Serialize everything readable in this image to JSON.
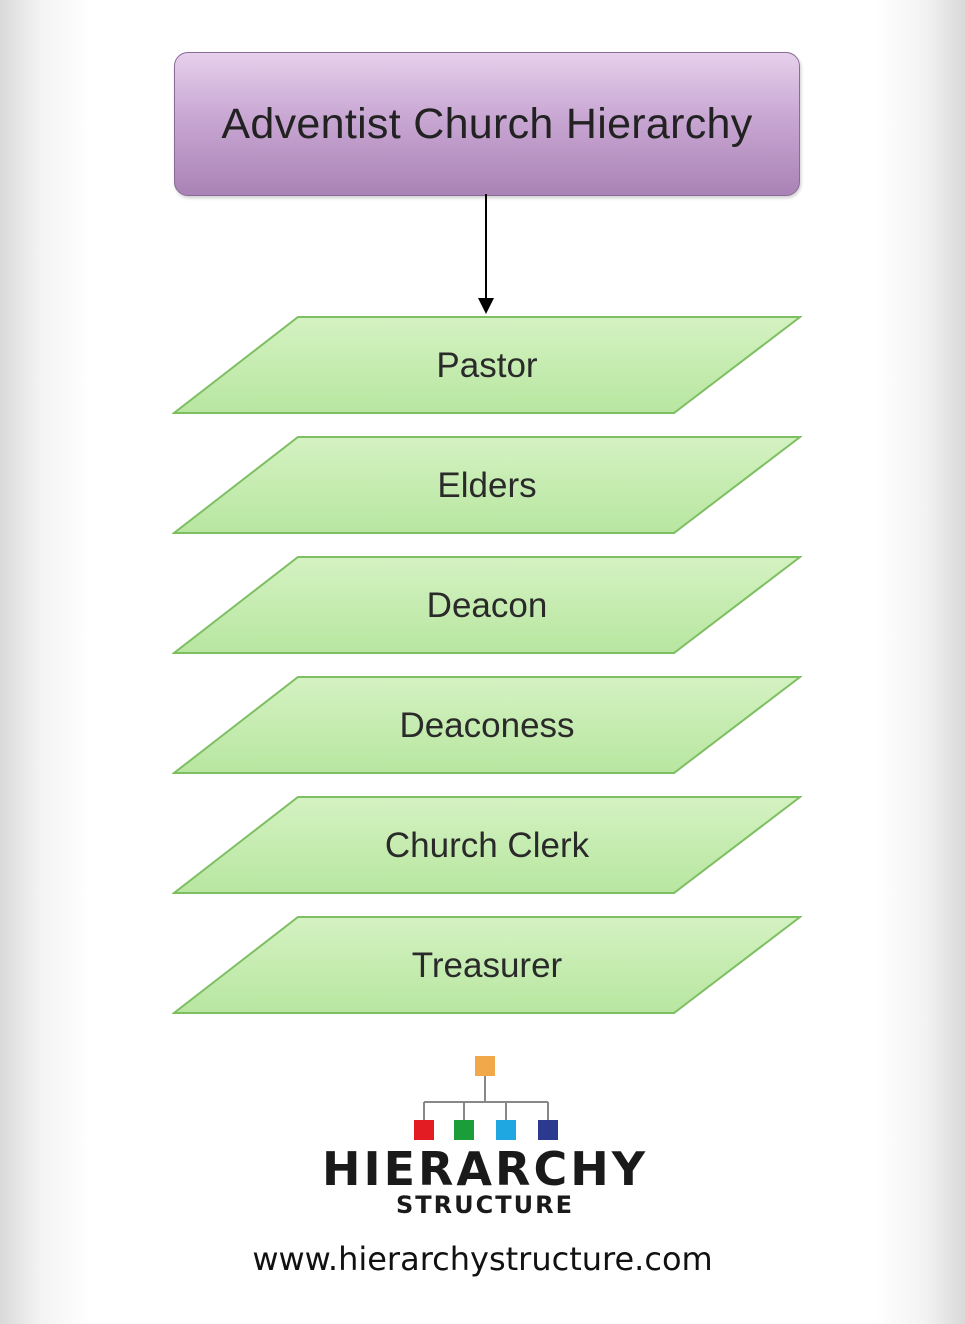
{
  "title": "Adventist Church Hierarchy",
  "levels": [
    "Pastor",
    "Elders",
    "Deacon",
    "Deaconess",
    "Church Clerk",
    "Treasurer"
  ],
  "colors": {
    "title_fill": "#c9a7d3",
    "level_fill": "#b8e6a0",
    "level_border": "#7fbf64"
  },
  "logo": {
    "word": "HIERARCHY",
    "sub": "STRUCTURE",
    "node_colors": [
      "#f0a84a",
      "#e31b23",
      "#1a9e3a",
      "#1ea7e1",
      "#2b3a8f"
    ]
  },
  "url": "www.hierarchystructure.com"
}
